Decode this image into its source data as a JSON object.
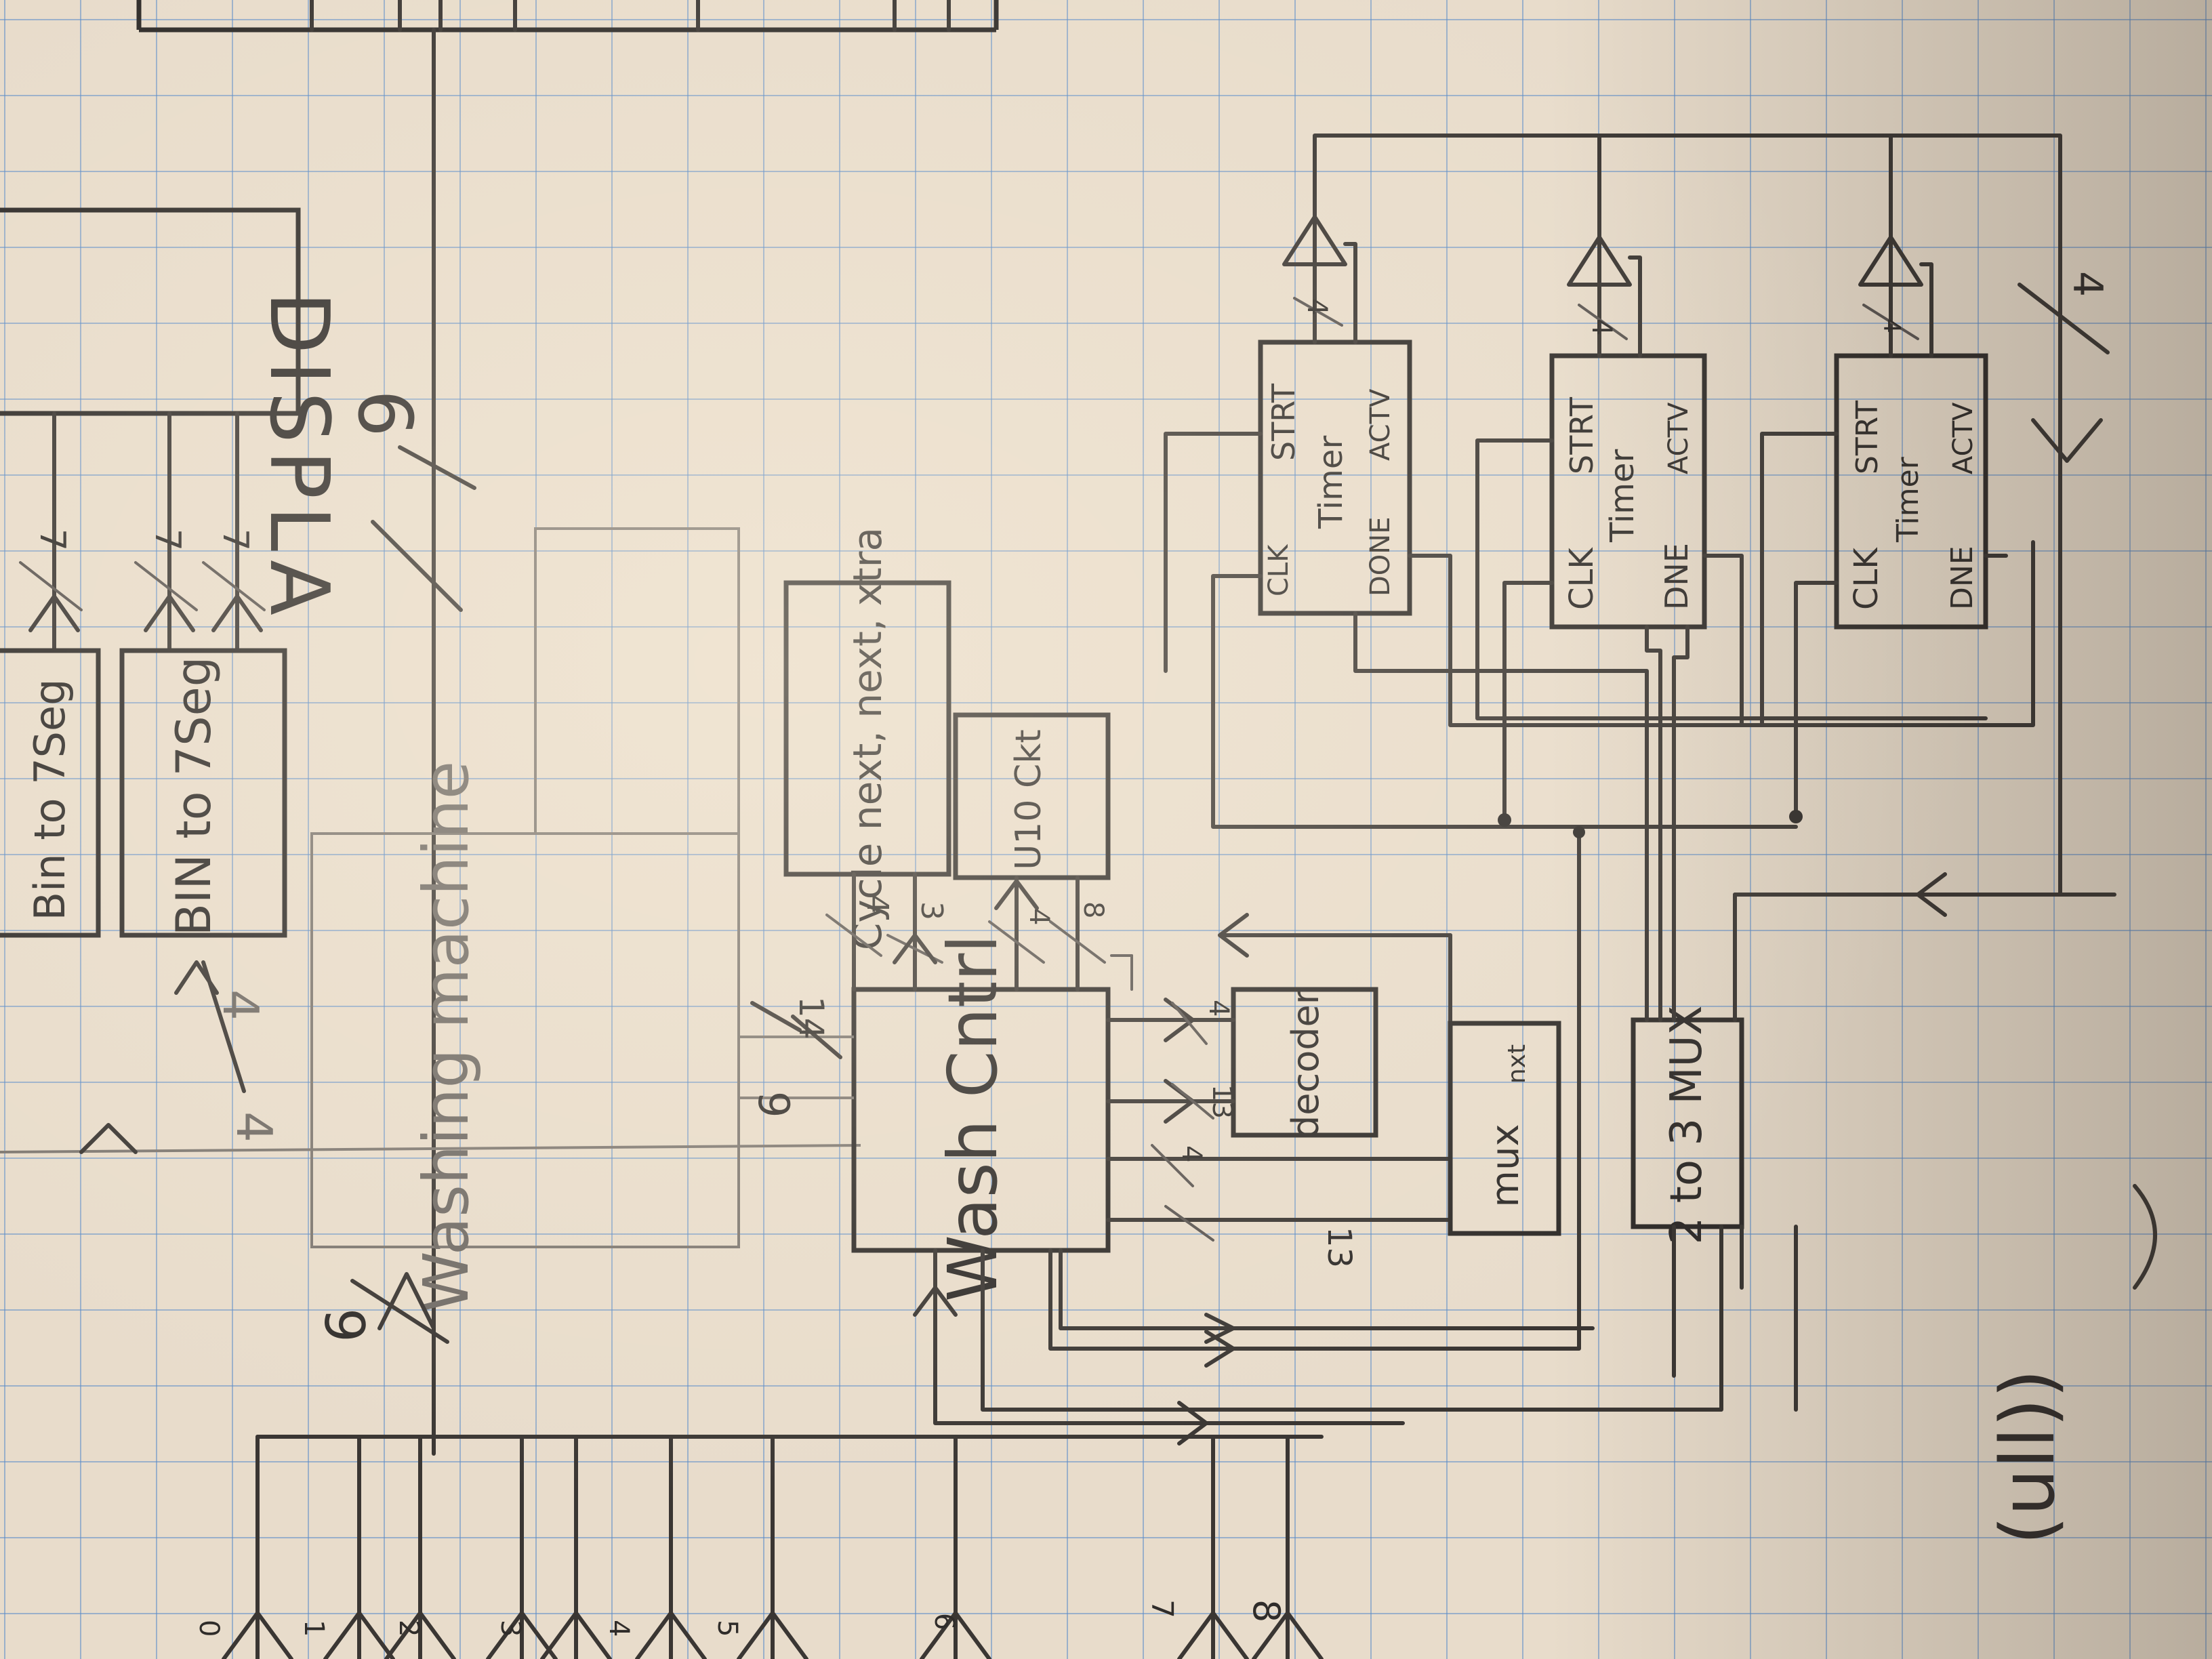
{
  "blocks": {
    "display": "DISPLA",
    "bin_to_7seg_a": "Bin to 7Seg",
    "bin_to_7seg_b": "BIN to 7Seg",
    "washing_machine": "Washing machine",
    "wash_cntrl": "Wash Cntrl",
    "cycle": "Cycle next, next, xtra",
    "u10_ckt": "U10 Ckt",
    "decoder": "decoder",
    "nxt_mux": "mux",
    "nxt_mux_tag": "nxt",
    "two_to_three_mux": "2 to 3 MUX",
    "timer": {
      "clk": "CLK",
      "start": "STRT",
      "name": "Timer",
      "done": "DONE",
      "dne": "DNE",
      "active": "ACTV"
    }
  },
  "bus_widths": {
    "display_bus": "6",
    "display_in_a": "7",
    "display_in_b": "7",
    "display_in_c": "7",
    "timer_out_1": "4",
    "timer_out_2": "4",
    "timer_out_3": "4",
    "feedback": "4",
    "washing_in": "4",
    "washing_out": "4",
    "switches": "9",
    "wash_in": "9",
    "wash_in_b": "14",
    "cycle_bus": "4",
    "cycle_bus_b": "3",
    "u10_bus": "4",
    "u10_bus_b": "8",
    "decoder_in_a": "4",
    "decoder_in_b": "13",
    "mux_in_a": "4",
    "mux_in_b": "13"
  },
  "switch_labels": [
    "0",
    "1",
    "2",
    "3",
    "4",
    "5",
    "6",
    "7",
    "8"
  ],
  "margin_note": "(ull))"
}
